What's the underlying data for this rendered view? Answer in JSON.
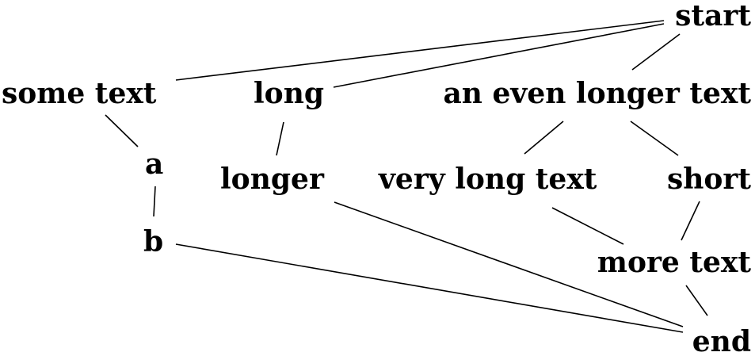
{
  "diagram": {
    "nodes": [
      {
        "id": "start",
        "label": "start"
      },
      {
        "id": "some",
        "label": "some text"
      },
      {
        "id": "long",
        "label": "long"
      },
      {
        "id": "even",
        "label": "an even longer text"
      },
      {
        "id": "a",
        "label": "a"
      },
      {
        "id": "longer",
        "label": "longer"
      },
      {
        "id": "very",
        "label": "very long text"
      },
      {
        "id": "short",
        "label": "short"
      },
      {
        "id": "b",
        "label": "b"
      },
      {
        "id": "more",
        "label": "more text"
      },
      {
        "id": "end",
        "label": "end"
      }
    ],
    "edges": [
      {
        "from": "start",
        "to": "some"
      },
      {
        "from": "start",
        "to": "long"
      },
      {
        "from": "start",
        "to": "even"
      },
      {
        "from": "some",
        "to": "a"
      },
      {
        "from": "a",
        "to": "b"
      },
      {
        "from": "long",
        "to": "longer"
      },
      {
        "from": "even",
        "to": "very"
      },
      {
        "from": "even",
        "to": "short"
      },
      {
        "from": "very",
        "to": "more"
      },
      {
        "from": "short",
        "to": "more"
      },
      {
        "from": "more",
        "to": "end"
      },
      {
        "from": "longer",
        "to": "end"
      },
      {
        "from": "b",
        "to": "end"
      }
    ],
    "line_color": "#000000"
  }
}
